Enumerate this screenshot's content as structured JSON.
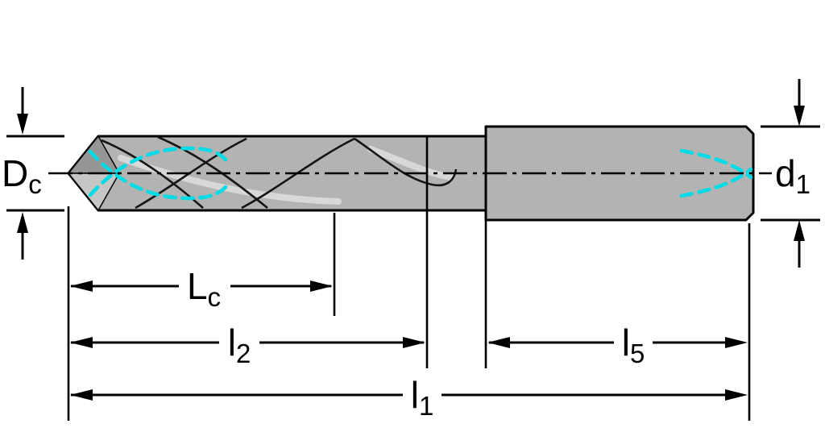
{
  "diagram": {
    "labels": {
      "dc": {
        "main": "D",
        "sub": "c"
      },
      "d1": {
        "main": "d",
        "sub": "1"
      },
      "lc": {
        "main": "L",
        "sub": "c"
      },
      "l2": {
        "main": "l",
        "sub": "2"
      },
      "l5": {
        "main": "l",
        "sub": "5"
      },
      "l1": {
        "main": "l",
        "sub": "1"
      }
    },
    "colors": {
      "background": "#ffffff",
      "outline": "#000000",
      "body_fill": "#b3b3b3",
      "tip_facet_dark": "#969696",
      "tip_facet_light": "#c6c6c6",
      "highlight": "#d8d8d8",
      "coolant": "#00dce6"
    }
  }
}
